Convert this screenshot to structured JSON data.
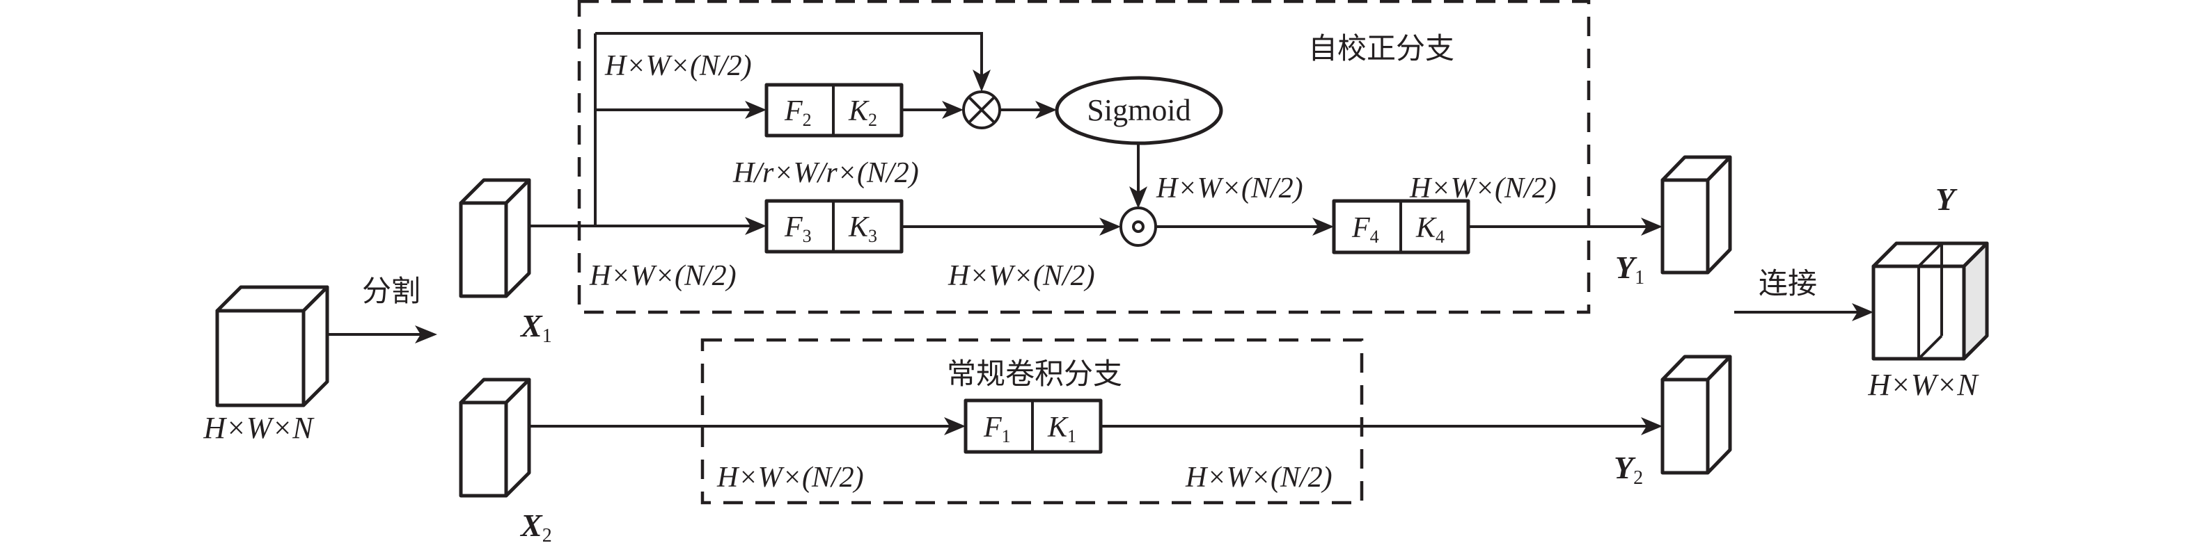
{
  "colors": {
    "stroke": "#231f20",
    "shade": "#e6e6e6",
    "background": "#ffffff"
  },
  "input": {
    "dims": "H×W×N",
    "split_label": "分割"
  },
  "splits": {
    "x1": {
      "name": "X",
      "sub": "1"
    },
    "x2": {
      "name": "X",
      "sub": "2"
    }
  },
  "self_calibration_branch": {
    "title": "自校正分支",
    "top_path_dims": "H×W×(N/2)",
    "downsample_dims": "H/r×W/r×(N/2)",
    "bottom_path_dims_left": "H×W×(N/2)",
    "bottom_path_dims_right": "H×W×(N/2)",
    "gate_dims": "H×W×(N/2)",
    "output_dims": "H×W×(N/2)",
    "sigmoid_label": "Sigmoid",
    "multiply_symbol": "⊗",
    "elementwise_symbol": "⊙",
    "blocks": [
      {
        "f": "F",
        "f_sub": "2",
        "k": "K",
        "k_sub": "2"
      },
      {
        "f": "F",
        "f_sub": "3",
        "k": "K",
        "k_sub": "3"
      },
      {
        "f": "F",
        "f_sub": "4",
        "k": "K",
        "k_sub": "4"
      }
    ]
  },
  "regular_conv_branch": {
    "title": "常规卷积分支",
    "input_dims": "H×W×(N/2)",
    "output_dims": "H×W×(N/2)",
    "block": {
      "f": "F",
      "f_sub": "1",
      "k": "K",
      "k_sub": "1"
    }
  },
  "outputs": {
    "y1": {
      "name": "Y",
      "sub": "1"
    },
    "y2": {
      "name": "Y",
      "sub": "2"
    },
    "concat_label": "连接",
    "y": {
      "name": "Y"
    },
    "y_dims": "H×W×N"
  }
}
